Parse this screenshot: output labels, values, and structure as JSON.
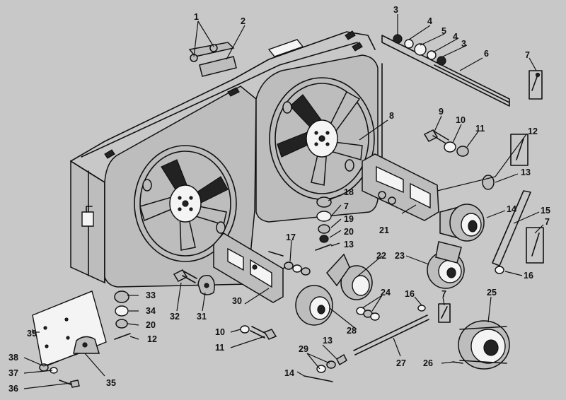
{
  "figure": {
    "labels": [
      "1",
      "2",
      "3",
      "4",
      "5",
      "6",
      "7",
      "8",
      "9",
      "10",
      "11",
      "12",
      "13",
      "14",
      "15",
      "16",
      "17",
      "18",
      "19",
      "20",
      "21",
      "22",
      "23",
      "24",
      "25",
      "26",
      "27",
      "28",
      "29",
      "30",
      "31",
      "32",
      "33",
      "34",
      "35",
      "36",
      "37",
      "38",
      "39"
    ]
  },
  "colors": {
    "background": "#c8c8c8",
    "ink": "#111111",
    "fill": "#bdbdbd",
    "light": "#f4f4f4"
  }
}
